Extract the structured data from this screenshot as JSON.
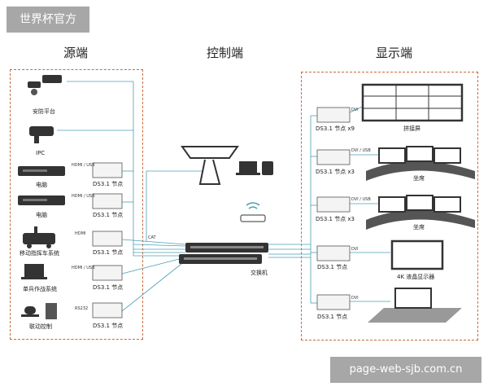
{
  "overlay_tag": "世界杯官方",
  "watermark": "page-web-sjb.com.cn",
  "sections": {
    "source": "源端",
    "control": "控制端",
    "display": "显示端"
  },
  "sources": [
    {
      "label": "安防平台",
      "port": "",
      "node": ""
    },
    {
      "label": "IPC",
      "port": "",
      "node": ""
    },
    {
      "label": "电脑",
      "port": "HDMI / USB",
      "node": "DS3.1 节点"
    },
    {
      "label": "电脑",
      "port": "HDMI / USB",
      "node": "DS3.1 节点"
    },
    {
      "label": "移动指挥车系统",
      "port": "HDMI",
      "node": "DS3.1 节点"
    },
    {
      "label": "单兵作战系统",
      "port": "HDMI / USB",
      "node": "DS3.1 节点"
    },
    {
      "label": "联动控制",
      "port": "RS232",
      "node": "DS3.1 节点"
    }
  ],
  "control": {
    "cable": "CAT",
    "switch": "交换机"
  },
  "displays": [
    {
      "node": "DS3.1 节点 x9",
      "port": "DVI",
      "label": "拼接屏"
    },
    {
      "node": "DS3.1 节点 x3",
      "port": "DVI / USB",
      "label": "坐席"
    },
    {
      "node": "DS3.1 节点 x3",
      "port": "DVI / USB",
      "label": "坐席"
    },
    {
      "node": "DS3.1 节点",
      "port": "DVI",
      "label": "4K 液晶显示器"
    },
    {
      "node": "DS3.1 节点",
      "port": "DVI",
      "label": ""
    }
  ],
  "colors": {
    "line": "#4a9fb5",
    "panel_border": "#c96b3c",
    "device": "#333333"
  }
}
